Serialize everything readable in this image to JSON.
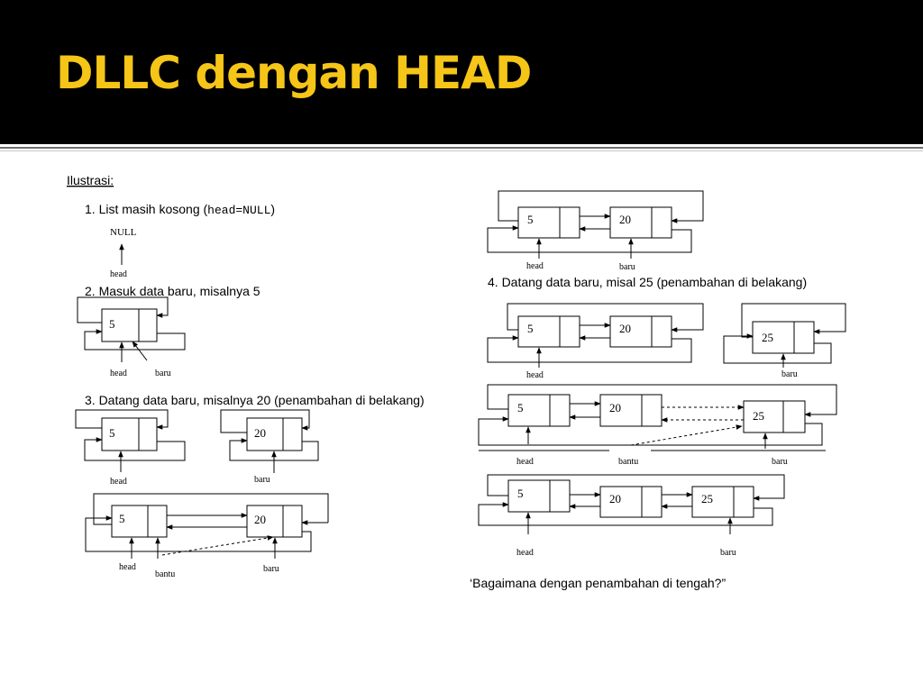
{
  "slide": {
    "title": "DLLC dengan HEAD",
    "colors": {
      "title_bar": "#000000",
      "title_text": "#f5c518"
    }
  },
  "content": {
    "ilustrasi_label": "Ilustrasi:",
    "step1": {
      "prefix": "1.  List masih kosong (",
      "code": "head=NULL",
      "suffix": ")"
    },
    "step2": "2.  Masuk data baru, misalnya 5",
    "step3": "3.  Datang data baru, misalnya 20 (penambahan di belakang)",
    "step4": "4.  Datang data baru, misal 25 (penambahan di belakang)",
    "question": "‘Bagaimana dengan penambahan di tengah?”"
  },
  "labels": {
    "null": "NULL",
    "head": "head",
    "baru": "baru",
    "bantu": "bantu"
  },
  "nodes": {
    "n5": "5",
    "n20": "20",
    "n25": "25"
  }
}
